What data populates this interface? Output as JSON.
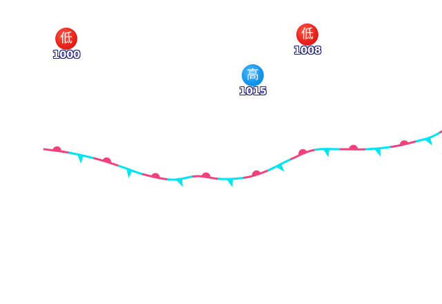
{
  "map": {
    "colors": {
      "warm_front": "#f0417d",
      "cold_front": "#00e5f2",
      "low_badge": "#e8231b",
      "high_badge": "#1596ee",
      "pressure_outline": "#1c1c7a"
    },
    "pressure_centers": [
      {
        "type": "low",
        "symbol": "低",
        "pressure": "1000"
      },
      {
        "type": "low",
        "symbol": "低",
        "pressure": "1008"
      },
      {
        "type": "high",
        "symbol": "高",
        "pressure": "1015"
      }
    ],
    "front": {
      "kind": "stationary"
    }
  }
}
